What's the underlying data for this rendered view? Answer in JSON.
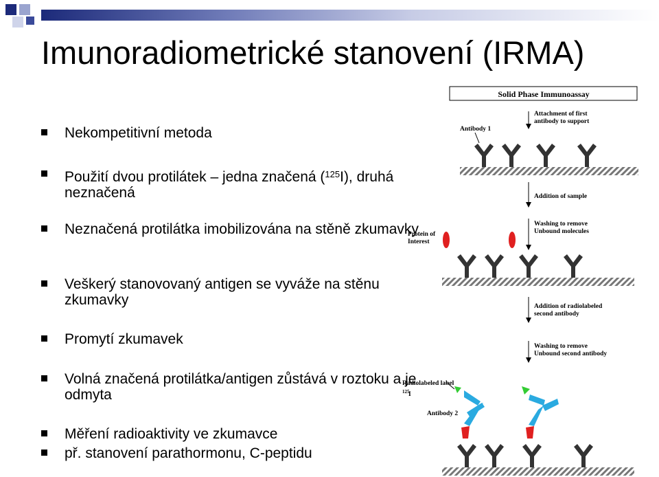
{
  "slide": {
    "title": "Imunoradiometrické stanovení (IRMA)",
    "bullets": [
      {
        "text": "Nekompetitivní metoda"
      },
      {
        "pre": "Použití dvou protilátek – jedna značená (",
        "sup": "125",
        "post": "I), druhá neznačená"
      },
      {
        "text": "Neznačená protilátka imobilizována na stěně zkumavky"
      },
      {
        "text": "Veškerý stanovovaný antigen se vyváže na stěnu zkumavky"
      },
      {
        "text": "Promytí zkumavek"
      },
      {
        "text": "Volná značená protilátka/antigen zůstává v roztoku a je odmyta"
      },
      {
        "text": "Měření radioaktivity ve zkumavce"
      },
      {
        "text": "př. stanovení parathormonu, C-peptidu"
      }
    ]
  },
  "diagram": {
    "title": "Solid Phase Immunoassay",
    "labels": {
      "attach": [
        "Attachment of first",
        "antibody to support"
      ],
      "antibody1": "Antibody 1",
      "addition_sample": "Addition of sample",
      "protein": [
        "Protein of",
        "Interest"
      ],
      "washing1": [
        "Washing to remove",
        "Unbound molecules"
      ],
      "addition_second": [
        "Addition of radiolabeled",
        "second antibody"
      ],
      "washing2": [
        "Washing to remove",
        "Unbound second antibody"
      ],
      "radiolabel": "Radiolabeled label",
      "radiolabel_sup": "125",
      "radiolabel_i": "I",
      "antibody2": "Antibody 2"
    },
    "colors": {
      "antibody": "#333333",
      "antigen": "#e02020",
      "second_antibody": "#2aaae0",
      "label": "#33cc33",
      "support": "#777777"
    }
  }
}
